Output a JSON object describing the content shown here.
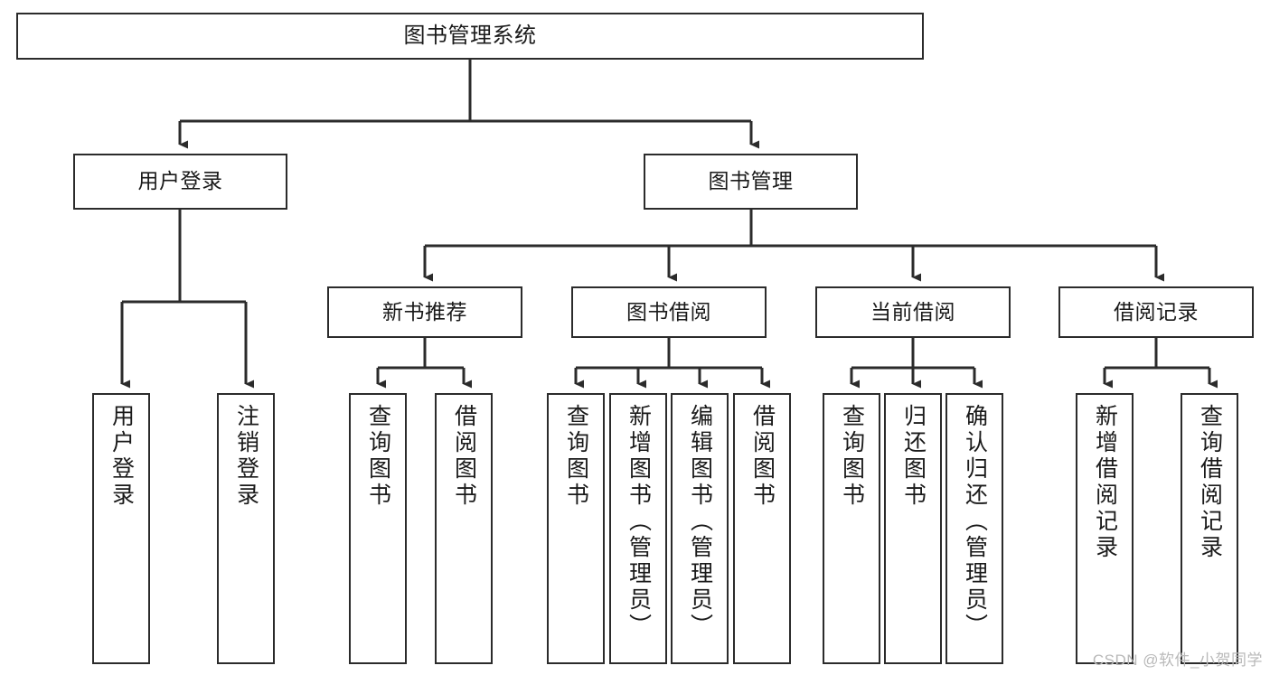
{
  "diagram": {
    "type": "tree",
    "title": "图书管理系统",
    "orientation": "top-down",
    "colors": {
      "box_border": "#2b2b2b",
      "box_fill": "#ffffff",
      "connector": "#2b2b2b",
      "text": "#1a1a1a",
      "watermark": "#b9b9b9"
    },
    "levels": {
      "root": {
        "label": "图书管理系统"
      },
      "level2": [
        {
          "id": "user-login",
          "label": "用户登录"
        },
        {
          "id": "book-management",
          "label": "图书管理"
        }
      ],
      "level3": [
        {
          "id": "new-book-recommend",
          "label": "新书推荐",
          "parent": "book-management"
        },
        {
          "id": "book-borrow",
          "label": "图书借阅",
          "parent": "book-management"
        },
        {
          "id": "current-borrow",
          "label": "当前借阅",
          "parent": "book-management"
        },
        {
          "id": "borrow-record",
          "label": "借阅记录",
          "parent": "book-management"
        }
      ],
      "leaves": [
        {
          "id": "leaf-user-login",
          "label": "用户登录",
          "parent": "user-login"
        },
        {
          "id": "leaf-logout-login",
          "label": "注销登录",
          "parent": "user-login"
        },
        {
          "id": "leaf-query-book-1",
          "label": "查询图书",
          "parent": "new-book-recommend"
        },
        {
          "id": "leaf-borrow-book-1",
          "label": "借阅图书",
          "parent": "new-book-recommend"
        },
        {
          "id": "leaf-query-book-2",
          "label": "查询图书",
          "parent": "book-borrow"
        },
        {
          "id": "leaf-add-book",
          "label": "新增图书（管理员）",
          "parent": "book-borrow"
        },
        {
          "id": "leaf-edit-book",
          "label": "编辑图书（管理员）",
          "parent": "book-borrow"
        },
        {
          "id": "leaf-borrow-book-2",
          "label": "借阅图书",
          "parent": "book-borrow"
        },
        {
          "id": "leaf-query-book-3",
          "label": "查询图书",
          "parent": "current-borrow"
        },
        {
          "id": "leaf-return-book",
          "label": "归还图书",
          "parent": "current-borrow"
        },
        {
          "id": "leaf-confirm-return",
          "label": "确认归还（管理员）",
          "parent": "current-borrow"
        },
        {
          "id": "leaf-add-record",
          "label": "新增借阅记录",
          "parent": "borrow-record"
        },
        {
          "id": "leaf-query-record",
          "label": "查询借阅记录",
          "parent": "borrow-record"
        }
      ]
    }
  },
  "watermark": {
    "text": "CSDN @软件_小贺同学"
  }
}
